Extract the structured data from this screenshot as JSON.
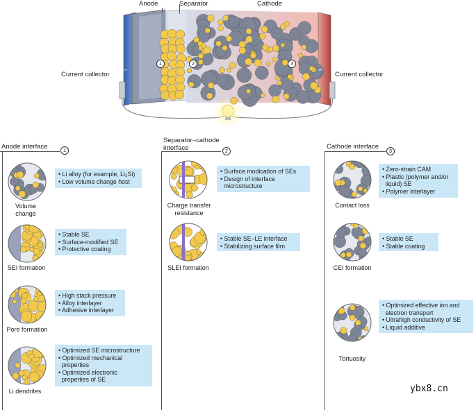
{
  "top": {
    "anode": "Anode",
    "separator": "Separator",
    "cathode": "Cathode",
    "current_collector_left": "Current collector",
    "current_collector_right": "Current collector",
    "marker1": "1",
    "marker2": "2",
    "marker3": "3",
    "minus": "−",
    "plus": "+"
  },
  "columns": [
    {
      "title": "Anode interface",
      "number": "1",
      "items": [
        {
          "caption": "Volume change",
          "bullets": [
            "• Li alloy (for example, Li₃Si)",
            "• Low volume change host"
          ]
        },
        {
          "caption": "SEI formation",
          "bullets": [
            "• Stable SE",
            "• Surface-modified SE",
            "• Protective coating"
          ]
        },
        {
          "caption": "Pore formation",
          "bullets": [
            "• High stack pressure",
            "• Alloy interlayer",
            "• Adhesive interlayer"
          ]
        },
        {
          "caption": "Li dendrites",
          "bullets": [
            "• Optimized SE microstructure",
            "• Optimized mechanical",
            "  properties",
            "• Optimized electronic",
            "  properties of SE"
          ]
        }
      ]
    },
    {
      "title": "Separator–cathode interface",
      "number": "2",
      "items": [
        {
          "caption": "Charge transfer resistance",
          "bullets": [
            "• Surface modication of SEs",
            "• Design of interface",
            "  microstructure"
          ]
        },
        {
          "caption": "SLEI formation",
          "bullets": [
            "• Stable SE–LE interface",
            "• Stabilizing surface film"
          ]
        }
      ]
    },
    {
      "title": "Cathode interface",
      "number": "3",
      "items": [
        {
          "caption": "Contact loss",
          "bullets": [
            "• Zero-strain CAM",
            "• Plastic (polymer and/or",
            "  liquid) SE",
            "• Polymer interlayer"
          ]
        },
        {
          "caption": "CEI formation",
          "bullets": [
            "• Stable SE",
            "• Stable coating"
          ]
        },
        {
          "caption": "Tortuosity",
          "bullets": [
            "• Optimized effective ion and",
            "  electron transport",
            "• Ultrahigh conductivity of SE",
            "• Liquid additive"
          ]
        }
      ]
    }
  ],
  "watermark": "ybx8.cn",
  "colors": {
    "box_fill": "#c9e7f7",
    "sulfur_yellow": "#f2c94c",
    "particle_gray": "#7d8597",
    "anode_gray": "#8e98ad",
    "cathode_pink": "#f1c6c0"
  }
}
